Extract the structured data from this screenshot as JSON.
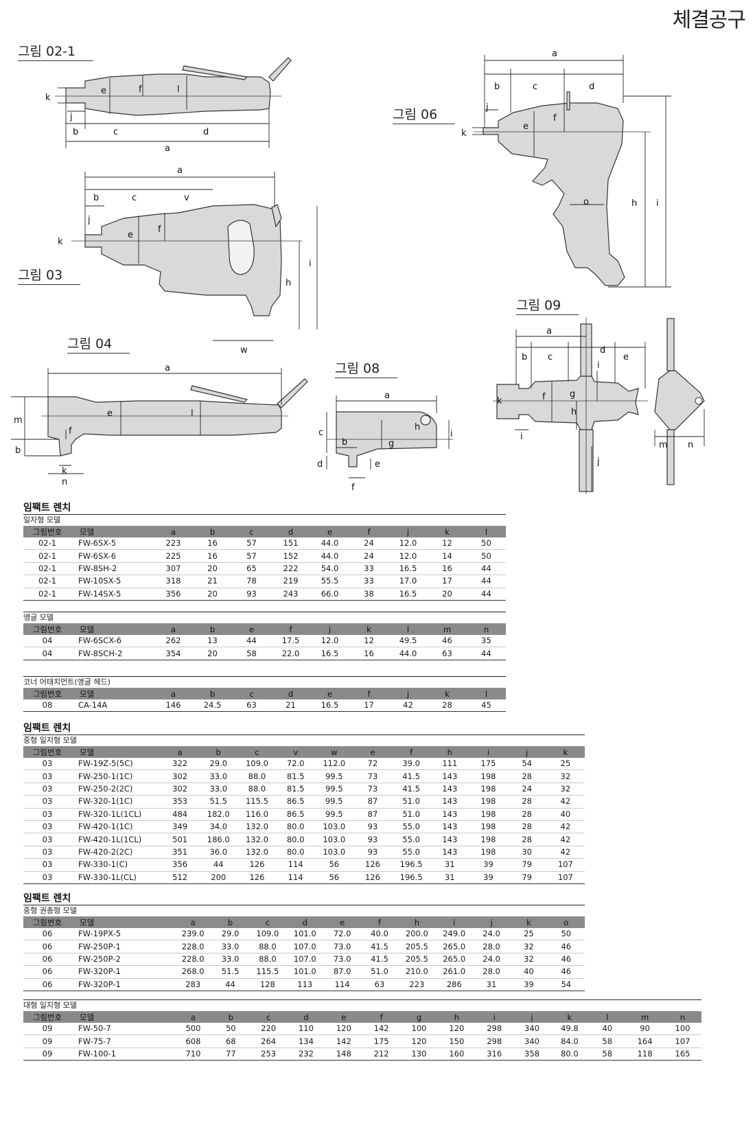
{
  "page_title": "체결공구",
  "figures": {
    "fig02_1": "그림 02-1",
    "fig03": "그림 03",
    "fig04": "그림 04",
    "fig06": "그림 06",
    "fig08": "그림 08",
    "fig09": "그림 09"
  },
  "dim_letters": {
    "a": "a",
    "b": "b",
    "c": "c",
    "d": "d",
    "e": "e",
    "f": "f",
    "g": "g",
    "h": "h",
    "i": "i",
    "j": "j",
    "k": "k",
    "l": "l",
    "m": "m",
    "n": "n",
    "o": "o",
    "v": "v",
    "w": "w"
  },
  "sections": [
    {
      "title": "임팩트 렌치",
      "subtitle": "일자형 모델",
      "headers": [
        "그림번호",
        "모델",
        "a",
        "b",
        "c",
        "d",
        "e",
        "f",
        "j",
        "k",
        "l"
      ],
      "rows": [
        [
          "02-1",
          "FW-6SX-5",
          "223",
          "16",
          "57",
          "151",
          "44.0",
          "24",
          "12.0",
          "12",
          "50"
        ],
        [
          "02-1",
          "FW-6SX-6",
          "225",
          "16",
          "57",
          "152",
          "44.0",
          "24",
          "12.0",
          "14",
          "50"
        ],
        [
          "02-1",
          "FW-8SH-2",
          "307",
          "20",
          "65",
          "222",
          "54.0",
          "33",
          "16.5",
          "16",
          "44"
        ],
        [
          "02-1",
          "FW-10SX-5",
          "318",
          "21",
          "78",
          "219",
          "55.5",
          "33",
          "17.0",
          "17",
          "44"
        ],
        [
          "02-1",
          "FW-14SX-5",
          "356",
          "20",
          "93",
          "243",
          "66.0",
          "38",
          "16.5",
          "20",
          "44"
        ]
      ]
    },
    {
      "title": "",
      "subtitle": "앵글 모델",
      "headers": [
        "그림번호",
        "모델",
        "a",
        "b",
        "e",
        "f",
        "j",
        "k",
        "l",
        "m",
        "n"
      ],
      "rows": [
        [
          "04",
          "FW-6SCX-6",
          "262",
          "13",
          "44",
          "17.5",
          "12.0",
          "12",
          "49.5",
          "46",
          "35"
        ],
        [
          "04",
          "FW-8SCH-2",
          "354",
          "20",
          "58",
          "22.0",
          "16.5",
          "16",
          "44.0",
          "63",
          "44"
        ]
      ]
    },
    {
      "title": "",
      "subtitle": "코너 어태치먼트(앵글 헤드)",
      "headers": [
        "그림번호",
        "모델",
        "a",
        "b",
        "c",
        "d",
        "e",
        "f",
        "j",
        "k",
        "l"
      ],
      "rows": [
        [
          "08",
          "CA-14A",
          "146",
          "24.5",
          "63",
          "21",
          "16.5",
          "17",
          "42",
          "28",
          "45"
        ]
      ]
    },
    {
      "title": "임팩트 렌치",
      "subtitle": "중형 일지형 모델",
      "headers": [
        "그림번호",
        "모델",
        "a",
        "b",
        "c",
        "v",
        "w",
        "e",
        "f",
        "h",
        "i",
        "j",
        "k"
      ],
      "rows": [
        [
          "03",
          "FW-19Z-5(5C)",
          "322",
          "29.0",
          "109.0",
          "72.0",
          "112.0",
          "72",
          "39.0",
          "111",
          "175",
          "54",
          "25"
        ],
        [
          "03",
          "FW-250-1(1C)",
          "302",
          "33.0",
          "88.0",
          "81.5",
          "99.5",
          "73",
          "41.5",
          "143",
          "198",
          "28",
          "32"
        ],
        [
          "03",
          "FW-250-2(2C)",
          "302",
          "33.0",
          "88.0",
          "81.5",
          "99.5",
          "73",
          "41.5",
          "143",
          "198",
          "24",
          "32"
        ],
        [
          "03",
          "FW-320-1(1C)",
          "353",
          "51.5",
          "115.5",
          "86.5",
          "99.5",
          "87",
          "51.0",
          "143",
          "198",
          "28",
          "42"
        ],
        [
          "03",
          "FW-320-1L(1CL)",
          "484",
          "182.0",
          "116.0",
          "86.5",
          "99.5",
          "87",
          "51.0",
          "143",
          "198",
          "28",
          "40"
        ],
        [
          "03",
          "FW-420-1(1C)",
          "349",
          "34.0",
          "132.0",
          "80.0",
          "103.0",
          "93",
          "55.0",
          "143",
          "198",
          "28",
          "42"
        ],
        [
          "03",
          "FW-420-1L(1CL)",
          "501",
          "186.0",
          "132.0",
          "80.0",
          "103.0",
          "93",
          "55.0",
          "143",
          "198",
          "28",
          "42"
        ],
        [
          "03",
          "FW-420-2(2C)",
          "351",
          "36.0",
          "132.0",
          "80.0",
          "103.0",
          "93",
          "55.0",
          "143",
          "198",
          "30",
          "42"
        ],
        [
          "03",
          "FW-330-1(C)",
          "356",
          "44",
          "126",
          "114",
          "56",
          "126",
          "196.5",
          "31",
          "39",
          "79",
          "107"
        ],
        [
          "03",
          "FW-330-1L(CL)",
          "512",
          "200",
          "126",
          "114",
          "56",
          "126",
          "196.5",
          "31",
          "39",
          "79",
          "107"
        ]
      ]
    },
    {
      "title": "임팩트 렌치",
      "subtitle": "중형 권총형 모델",
      "headers": [
        "그림번호",
        "모델",
        "a",
        "b",
        "c",
        "d",
        "e",
        "f",
        "h",
        "i",
        "j",
        "k",
        "o"
      ],
      "rows": [
        [
          "06",
          "FW-19PX-5",
          "239.0",
          "29.0",
          "109.0",
          "101.0",
          "72.0",
          "40.0",
          "200.0",
          "249.0",
          "24.0",
          "25",
          "50"
        ],
        [
          "06",
          "FW-250P-1",
          "228.0",
          "33.0",
          "88.0",
          "107.0",
          "73.0",
          "41.5",
          "205.5",
          "265.0",
          "28.0",
          "32",
          "46"
        ],
        [
          "06",
          "FW-250P-2",
          "228.0",
          "33.0",
          "88.0",
          "107.0",
          "73.0",
          "41.5",
          "205.5",
          "265.0",
          "24.0",
          "32",
          "46"
        ],
        [
          "06",
          "FW-320P-1",
          "268.0",
          "51.5",
          "115.5",
          "101.0",
          "87.0",
          "51.0",
          "210.0",
          "261.0",
          "28.0",
          "40",
          "46"
        ],
        [
          "06",
          "FW-320P-1",
          "283",
          "44",
          "128",
          "113",
          "114",
          "63",
          "223",
          "286",
          "31",
          "39",
          "54"
        ]
      ]
    },
    {
      "title": "",
      "subtitle": "대형 일지형 모델",
      "headers": [
        "그림번호",
        "모델",
        "a",
        "b",
        "c",
        "d",
        "e",
        "f",
        "g",
        "h",
        "i",
        "j",
        "k",
        "l",
        "m",
        "n"
      ],
      "rows": [
        [
          "09",
          "FW-50-7",
          "500",
          "50",
          "220",
          "110",
          "120",
          "142",
          "100",
          "120",
          "298",
          "340",
          "49.8",
          "40",
          "90",
          "100"
        ],
        [
          "09",
          "FW-75-7",
          "608",
          "68",
          "264",
          "134",
          "142",
          "175",
          "120",
          "150",
          "298",
          "340",
          "84.0",
          "58",
          "164",
          "107"
        ],
        [
          "09",
          "FW-100-1",
          "710",
          "77",
          "253",
          "232",
          "148",
          "212",
          "130",
          "160",
          "316",
          "358",
          "80.0",
          "58",
          "118",
          "165"
        ]
      ]
    }
  ]
}
